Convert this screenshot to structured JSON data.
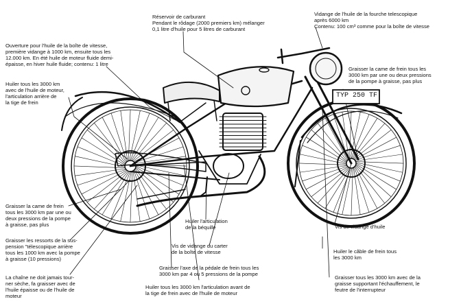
{
  "labels": {
    "fuel_tank": "Réservoir de carburant\nPendant le rôdage (2000 premiers km) mélanger\n0,1 litre d'huile pour 5 litres de carburant",
    "fork_oil": "Vidange de l'huile de la fourche telescopique\naprès 6000 km\nContenu: 100 cm³ comme pour la boîte de vitesse",
    "gearbox_oil": "Ouverture pour l'huile de la boîte de vitesse,\npremière vidange à 1000 km, ensuite tous les\n12.000 km. En été huile de moteur fluide demi-\népaisse, en hiver huile fluide; contenu: 1 litre",
    "front_brake_grease": "Graisser la came de frein tous les\n3000 km par une ou deux pressions\nde la pompe à graisse, pas plus",
    "rear_brake_joint_oil": "Huiler tous les 3000 km\navec de l'huile de moteur,\nl'articulation arrière de\nla tige de frein",
    "rear_brake_cam": "Graisser la came de frein\ntous les 3000 km par une ou\ndeux pressions de la pompe\nà graisse, pas plus",
    "suspension_springs": "Graisser les ressorts de la sus-\npension \"télescopique arrière\ntous les 1000 km avec la pompe\nà graisse (10 pressions)",
    "chain": "La chaîne ne doit jamais tour-\nner sèche, fa graisser avec de\nl'huile épaisse ou de l'huile de\nmoteur",
    "stand_oil": "Huiler l'articulation\nde la béquille",
    "crankcase_drain": "Vis de vidange du carter\nde la boîte de vitesse",
    "brake_pedal_axle": "Graisser l'axe de la pédale de frein tous les\n3000 km par 4 ou 5 pressions de la pompe",
    "brake_rod_oil": "Huiler tous les 3000 km l'articulation avant de\nla tige de frein avec de l'huile de moteur",
    "oil_drain_screw": "Vis de vidange d'huile",
    "brake_cable": "Huiler le câble de frein tous\nles 3000 km",
    "switch_grease": "Graisser tous les 3000 km avec de la\ngraisse supportant l'échauffement, le\nfeutre de l'interrupteur"
  },
  "plate_text": "TYP 250 TF"
}
